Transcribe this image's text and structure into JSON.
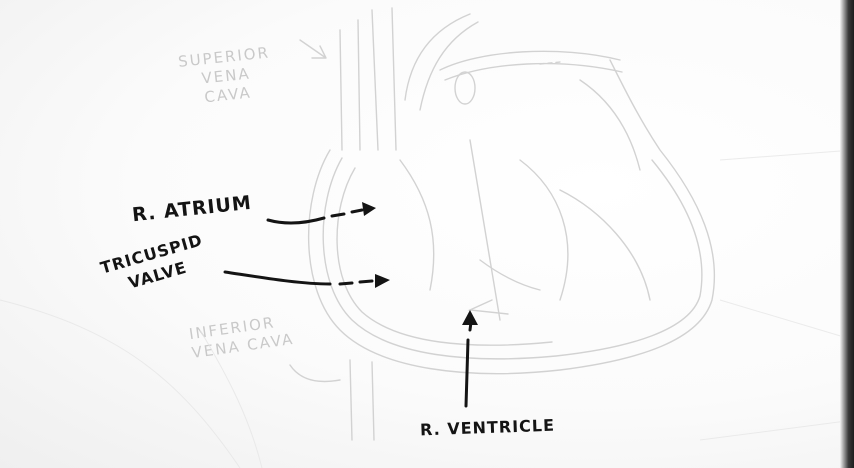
{
  "labels": {
    "svc_line1": "SUPERIOR",
    "svc_line2": "VENA",
    "svc_line3": "CAVA",
    "r_atrium": "R. ATRIUM",
    "tricuspid_line1": "TRICUSPID",
    "tricuspid_line2": "VALVE",
    "ivc_line1": "INFERIOR",
    "ivc_line2": "VENA CAVA",
    "r_ventricle": "R. VENTRICLE"
  },
  "colors": {
    "ink": "#141414",
    "sketch": "#cfcfcf",
    "background": "#ffffff"
  }
}
